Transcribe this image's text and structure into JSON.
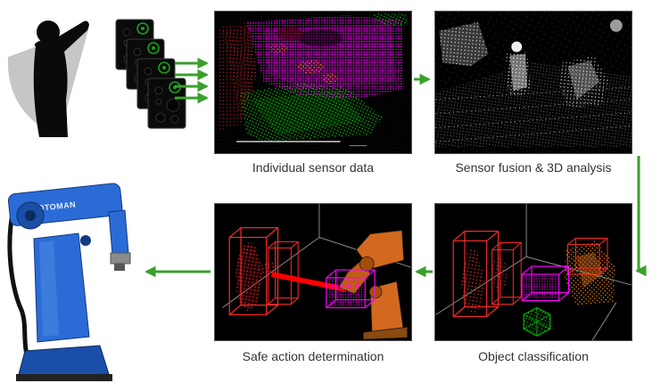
{
  "pipeline": {
    "stages": [
      {
        "id": "individual-sensor-data",
        "label": "Individual sensor data"
      },
      {
        "id": "sensor-fusion-3d-analysis",
        "label": "Sensor fusion & 3D analysis"
      },
      {
        "id": "object-classification",
        "label": "Object classification"
      },
      {
        "id": "safe-action-determination",
        "label": "Safe action determination"
      }
    ],
    "robot": {
      "brand": "MOTOMAN"
    },
    "colors": {
      "arrow_green": "#3aa02c",
      "panel_background": "#000000",
      "pointcloud_magenta": "#ff00ff",
      "pointcloud_red": "#ff2626",
      "pointcloud_green": "#00cc00",
      "pointcloud_orange": "#ff8c00",
      "robot_blue": "#2b6bd6"
    }
  }
}
